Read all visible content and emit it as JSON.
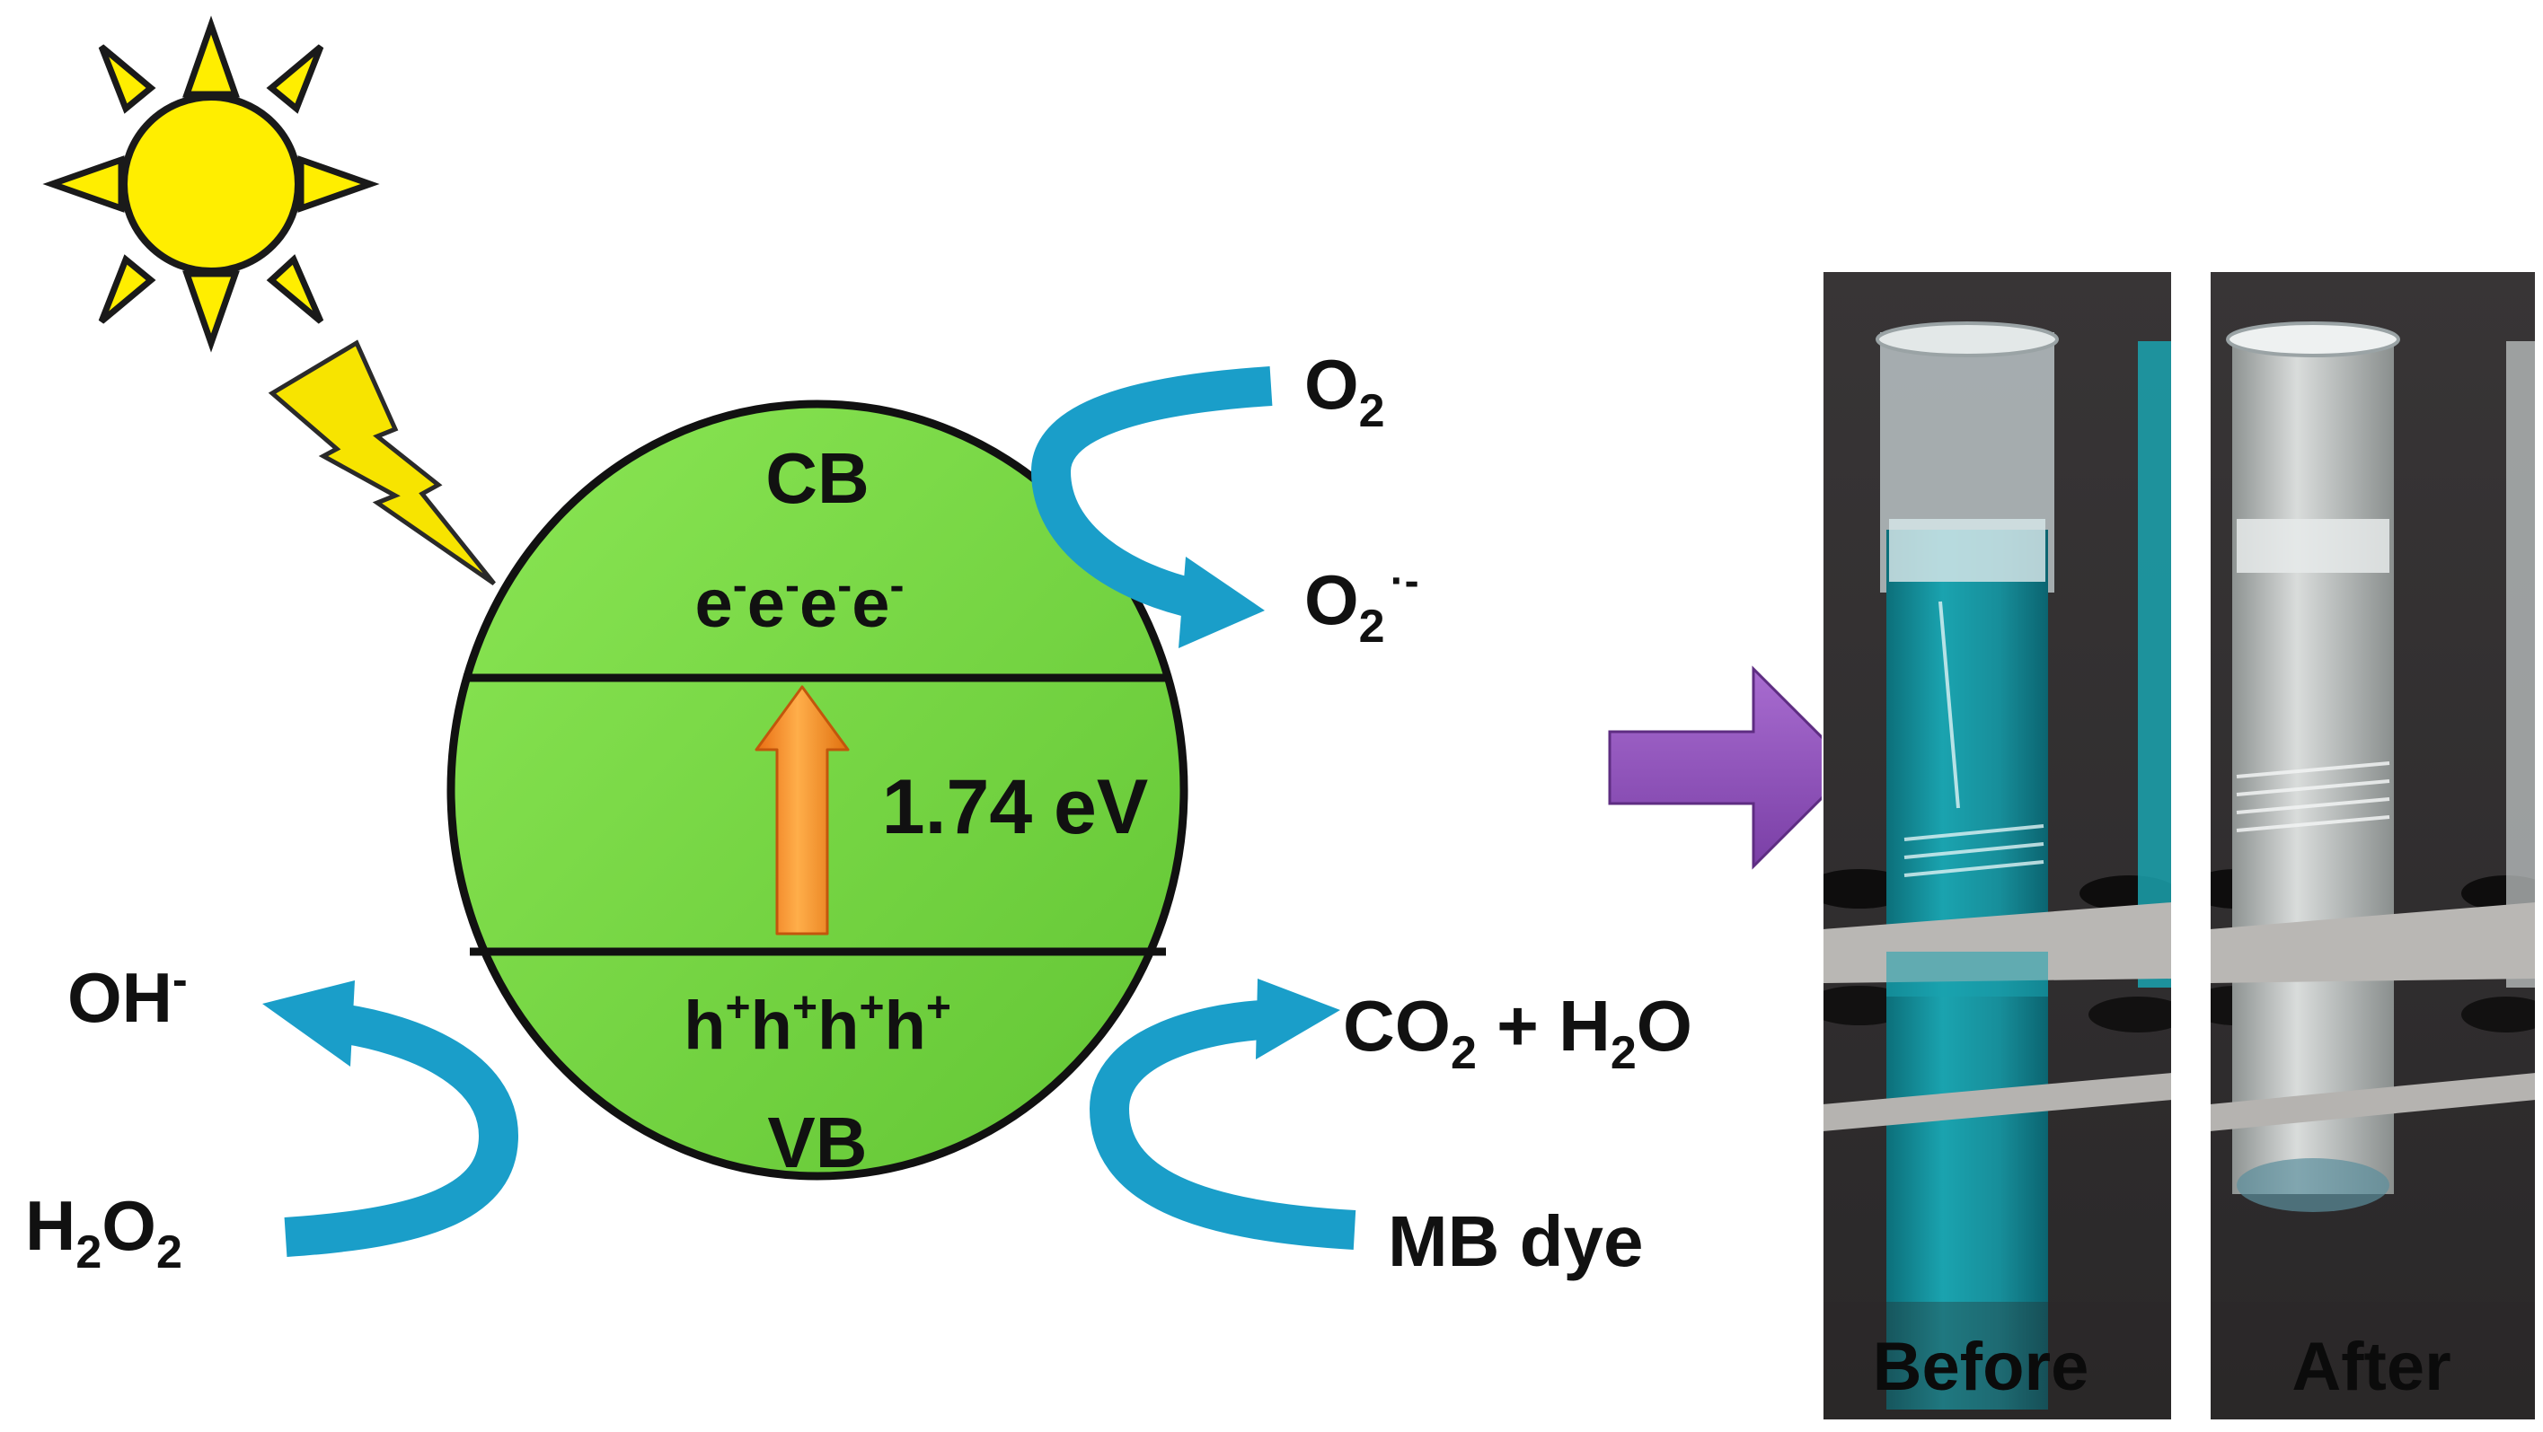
{
  "colors": {
    "sun_fill": "#ffee00",
    "sun_stroke": "#1a1a1a",
    "bolt_fill": "#f7e400",
    "sphere_fill": "#77dd44",
    "curved_arrow": "#1a9ec9",
    "gap_arrow": "#f28a1e",
    "process_arrow": "#8a4fb0",
    "dye_solution": "#17909c",
    "clear_solution": "#c8ccca",
    "photo_background": "#2c2a2b"
  },
  "icons": {
    "sun": "sun-icon",
    "lightning": "lightning-bolt-icon",
    "process": "right-arrow-icon"
  },
  "semiconductor": {
    "cb_label": "CB",
    "electrons": [
      {
        "base": "e",
        "sup": "-"
      },
      {
        "base": "e",
        "sup": "-"
      },
      {
        "base": "e",
        "sup": "-"
      },
      {
        "base": "e",
        "sup": "-"
      }
    ],
    "band_gap": "1.74 eV",
    "holes": [
      {
        "base": "h",
        "sup": "+"
      },
      {
        "base": "h",
        "sup": "+"
      },
      {
        "base": "h",
        "sup": "+"
      },
      {
        "base": "h",
        "sup": "+"
      }
    ],
    "vb_label": "VB"
  },
  "reactions": {
    "o2": {
      "base": "O",
      "sub": "2"
    },
    "superoxide": {
      "base": "O",
      "sub": "2",
      "sup": "·-"
    },
    "hydroxide": {
      "base": "OH",
      "sup": "-"
    },
    "h2o2": {
      "h": "H",
      "h_sub": "2",
      "o": "O",
      "o_sub": "2"
    },
    "products": {
      "co": "CO",
      "co_sub": "2",
      "mid": " + H",
      "h_sub": "2",
      "end": "O"
    },
    "dye": "MB dye"
  },
  "photos": {
    "before": "Before",
    "after": "After"
  }
}
